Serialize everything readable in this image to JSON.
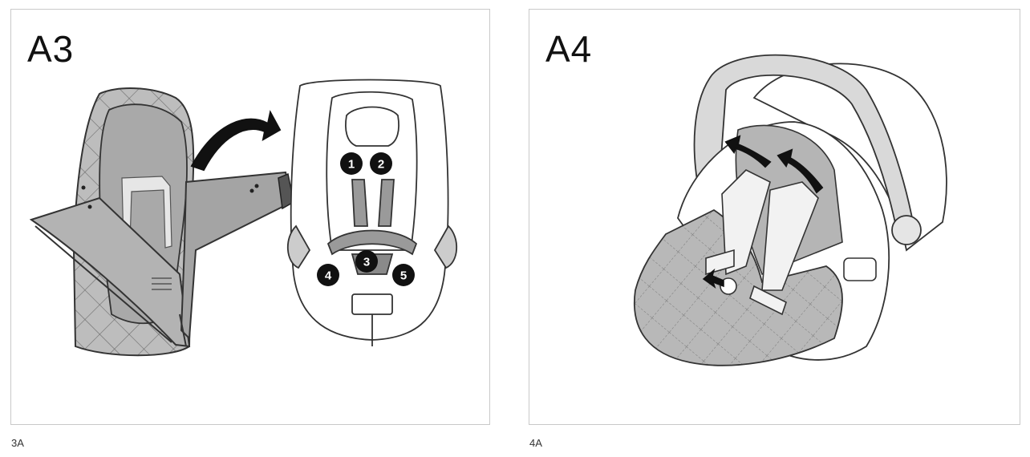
{
  "panels": [
    {
      "title": "A3",
      "caption": "3A",
      "badges": [
        "1",
        "2",
        "3",
        "4",
        "5"
      ]
    },
    {
      "title": "A4",
      "caption": "4A"
    }
  ]
}
